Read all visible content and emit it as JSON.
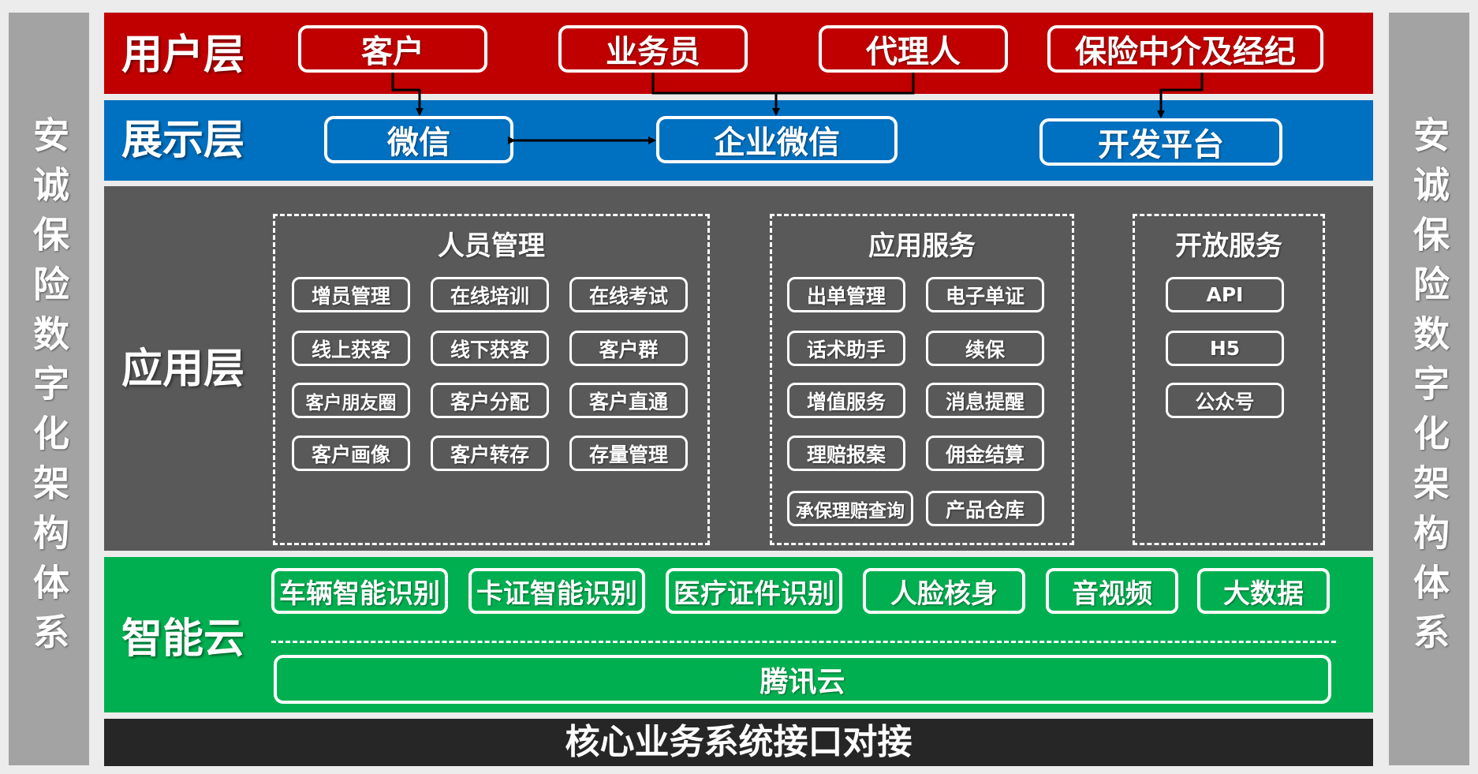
{
  "side_title": "安诚保险数字化架构体系",
  "layers": {
    "user": {
      "label": "用户层",
      "color": "#c00000",
      "items": [
        "客户",
        "业务员",
        "代理人",
        "保险中介及经纪"
      ]
    },
    "display": {
      "label": "展示层",
      "color": "#0070c0",
      "items": [
        "微信",
        "企业微信",
        "开发平台"
      ]
    },
    "application": {
      "label": "应用层",
      "color": "#595959",
      "groups": [
        {
          "title": "人员管理",
          "items": [
            "增员管理",
            "在线培训",
            "在线考试",
            "线上获客",
            "线下获客",
            "客户群",
            "客户朋友圈",
            "客户分配",
            "客户直通",
            "客户画像",
            "客户转存",
            "存量管理"
          ]
        },
        {
          "title": "应用服务",
          "items": [
            "出单管理",
            "电子单证",
            "话术助手",
            "续保",
            "增值服务",
            "消息提醒",
            "理赔报案",
            "佣金结算",
            "承保理赔查询",
            "产品仓库"
          ]
        },
        {
          "title": "开放服务",
          "items": [
            "API",
            "H5",
            "公众号"
          ]
        }
      ]
    },
    "cloud": {
      "label": "智能云",
      "color": "#00b050",
      "items": [
        "车辆智能识别",
        "卡证智能识别",
        "医疗证件识别",
        "人脸核身",
        "音视频",
        "大数据"
      ],
      "base": "腾讯云"
    },
    "core": {
      "label": "核心业务系统接口对接",
      "color": "#262626"
    }
  }
}
